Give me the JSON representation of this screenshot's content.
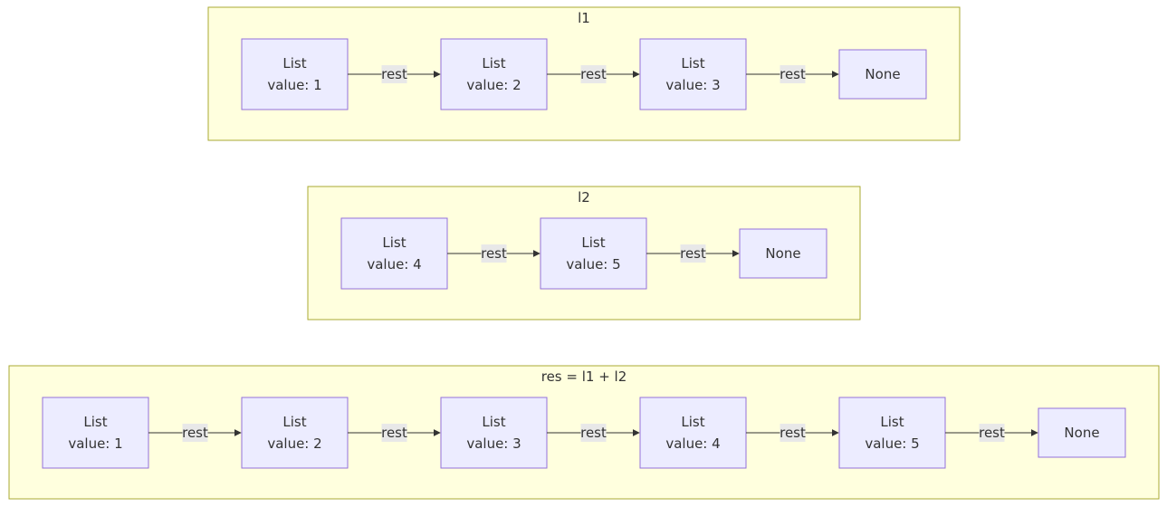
{
  "diagram": {
    "type": "flowchart",
    "colors": {
      "cluster_fill": "#ffffde",
      "cluster_border": "#aaaa33",
      "node_fill": "#ececff",
      "node_border": "#9370db",
      "edge": "#333333",
      "edge_label_bg": "#e8e8e8",
      "text": "#333333"
    },
    "clusters": [
      {
        "id": "l1",
        "title": "l1",
        "nodes": [
          {
            "line1": "List",
            "line2": "value: 1"
          },
          {
            "line1": "List",
            "line2": "value: 2"
          },
          {
            "line1": "List",
            "line2": "value: 3"
          },
          {
            "line1": "None",
            "line2": ""
          }
        ],
        "edge_label": "rest"
      },
      {
        "id": "l2",
        "title": "l2",
        "nodes": [
          {
            "line1": "List",
            "line2": "value: 4"
          },
          {
            "line1": "List",
            "line2": "value: 5"
          },
          {
            "line1": "None",
            "line2": ""
          }
        ],
        "edge_label": "rest"
      },
      {
        "id": "res",
        "title": "res = l1 + l2",
        "nodes": [
          {
            "line1": "List",
            "line2": "value: 1"
          },
          {
            "line1": "List",
            "line2": "value: 2"
          },
          {
            "line1": "List",
            "line2": "value: 3"
          },
          {
            "line1": "List",
            "line2": "value: 4"
          },
          {
            "line1": "List",
            "line2": "value: 5"
          },
          {
            "line1": "None",
            "line2": ""
          }
        ],
        "edge_label": "rest"
      }
    ]
  }
}
